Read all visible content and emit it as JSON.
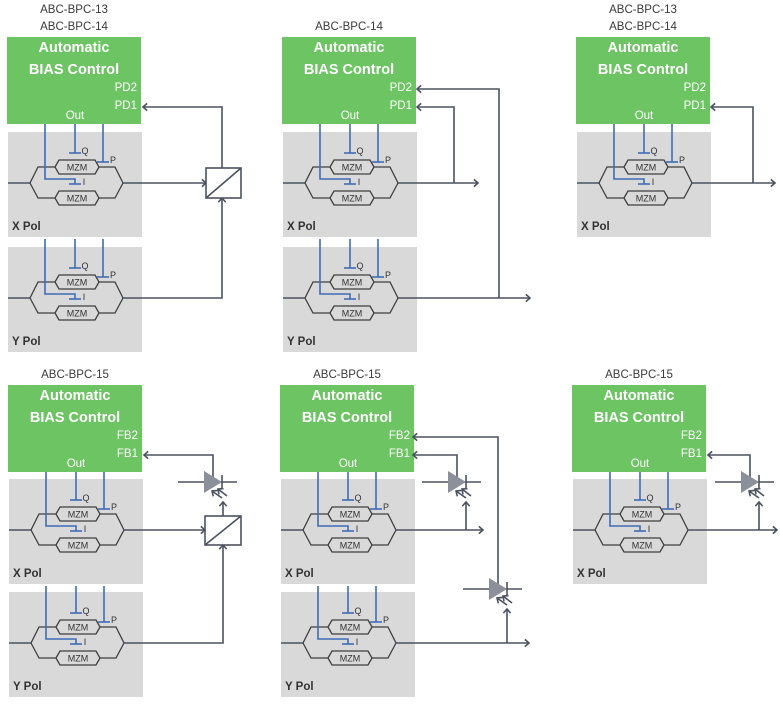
{
  "colors": {
    "controller_green": "#6CC462",
    "polarization_background": "#D9D9D9",
    "bias_line_blue": "#3E6DB5",
    "optical_wire": "#4B5260",
    "photodiode_fill": "#8B909A"
  },
  "common": {
    "mzm_label": "MZM",
    "bias_q": "Q",
    "bias_p": "P",
    "bias_i": "I"
  },
  "panels": [
    {
      "part_numbers": [
        "ABC-BPC-13",
        "ABC-BPC-14"
      ],
      "controller": {
        "title": "Automatic",
        "subtitle": "BIAS Control",
        "port_upper": "PD2",
        "port_lower": "PD1",
        "output": "Out"
      },
      "modulators": [
        {
          "pol": "X Pol"
        },
        {
          "pol": "Y Pol"
        }
      ]
    },
    {
      "part_numbers": [
        "ABC-BPC-14"
      ],
      "controller": {
        "title": "Automatic",
        "subtitle": "BIAS Control",
        "port_upper": "PD2",
        "port_lower": "PD1",
        "output": "Out"
      },
      "modulators": [
        {
          "pol": "X Pol"
        },
        {
          "pol": "Y Pol"
        }
      ]
    },
    {
      "part_numbers": [
        "ABC-BPC-13",
        "ABC-BPC-14"
      ],
      "controller": {
        "title": "Automatic",
        "subtitle": "BIAS Control",
        "port_upper": "PD2",
        "port_lower": "PD1",
        "output": "Out"
      },
      "modulators": [
        {
          "pol": "X Pol"
        }
      ]
    },
    {
      "part_numbers": [
        "ABC-BPC-15"
      ],
      "controller": {
        "title": "Automatic",
        "subtitle": "BIAS Control",
        "port_upper": "FB2",
        "port_lower": "FB1",
        "output": "Out"
      },
      "modulators": [
        {
          "pol": "X Pol"
        },
        {
          "pol": "Y Pol"
        }
      ]
    },
    {
      "part_numbers": [
        "ABC-BPC-15"
      ],
      "controller": {
        "title": "Automatic",
        "subtitle": "BIAS Control",
        "port_upper": "FB2",
        "port_lower": "FB1",
        "output": "Out"
      },
      "modulators": [
        {
          "pol": "X Pol"
        },
        {
          "pol": "Y Pol"
        }
      ]
    },
    {
      "part_numbers": [
        "ABC-BPC-15"
      ],
      "controller": {
        "title": "Automatic",
        "subtitle": "BIAS Control",
        "port_upper": "FB2",
        "port_lower": "FB1",
        "output": "Out"
      },
      "modulators": [
        {
          "pol": "X Pol"
        }
      ]
    }
  ]
}
